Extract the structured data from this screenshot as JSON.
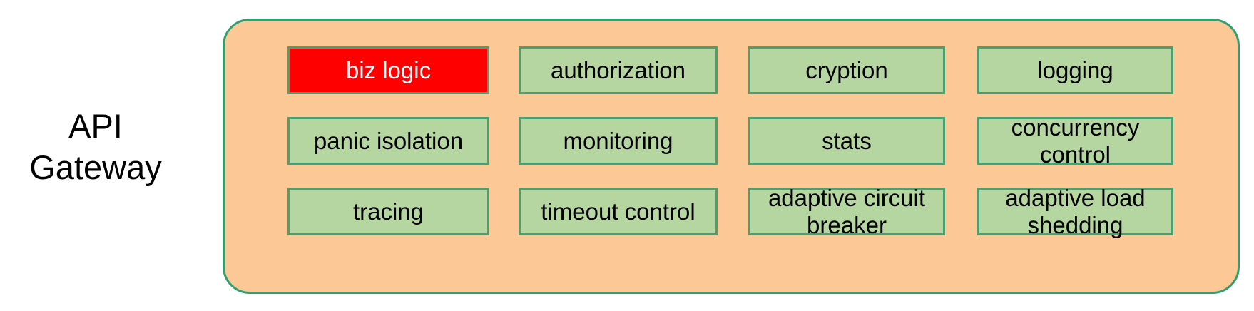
{
  "diagram": {
    "title_label": "API\nGateway",
    "container": {
      "name": "api-gateway-container",
      "fill_color": "#fbc896",
      "border_color": "#31a070"
    },
    "colors": {
      "box_fill": "#b5d6a0",
      "box_border": "#49a072",
      "highlight_fill": "#fe0000",
      "highlight_text": "#ffffff",
      "text": "#000000",
      "background": "#ffffff"
    },
    "rows": [
      {
        "row_index": 0,
        "cells": [
          {
            "label": "biz logic",
            "highlighted": true,
            "name": "box-biz-logic"
          },
          {
            "label": "authorization",
            "highlighted": false,
            "name": "box-authorization"
          },
          {
            "label": "cryption",
            "highlighted": false,
            "name": "box-cryption"
          },
          {
            "label": "logging",
            "highlighted": false,
            "name": "box-logging"
          }
        ]
      },
      {
        "row_index": 1,
        "cells": [
          {
            "label": "panic isolation",
            "highlighted": false,
            "name": "box-panic-isolation"
          },
          {
            "label": "monitoring",
            "highlighted": false,
            "name": "box-monitoring"
          },
          {
            "label": "stats",
            "highlighted": false,
            "name": "box-stats"
          },
          {
            "label": "concurrency\ncontrol",
            "highlighted": false,
            "name": "box-concurrency-control"
          }
        ]
      },
      {
        "row_index": 2,
        "cells": [
          {
            "label": "tracing",
            "highlighted": false,
            "name": "box-tracing"
          },
          {
            "label": "timeout control",
            "highlighted": false,
            "name": "box-timeout-control"
          },
          {
            "label": "adaptive circuit\nbreaker",
            "highlighted": false,
            "name": "box-adaptive-circuit-breaker"
          },
          {
            "label": "adaptive load\nshedding",
            "highlighted": false,
            "name": "box-adaptive-load-shedding"
          }
        ]
      }
    ]
  }
}
